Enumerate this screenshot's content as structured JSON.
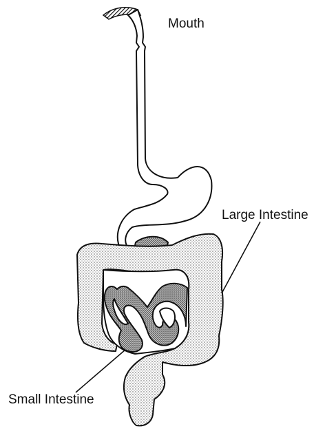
{
  "labels": {
    "mouth": "Mouth",
    "large_intestine": "Large Intestine",
    "small_intestine": "Small Intestine"
  },
  "colors": {
    "ink": "#111111",
    "background": "#ffffff"
  }
}
